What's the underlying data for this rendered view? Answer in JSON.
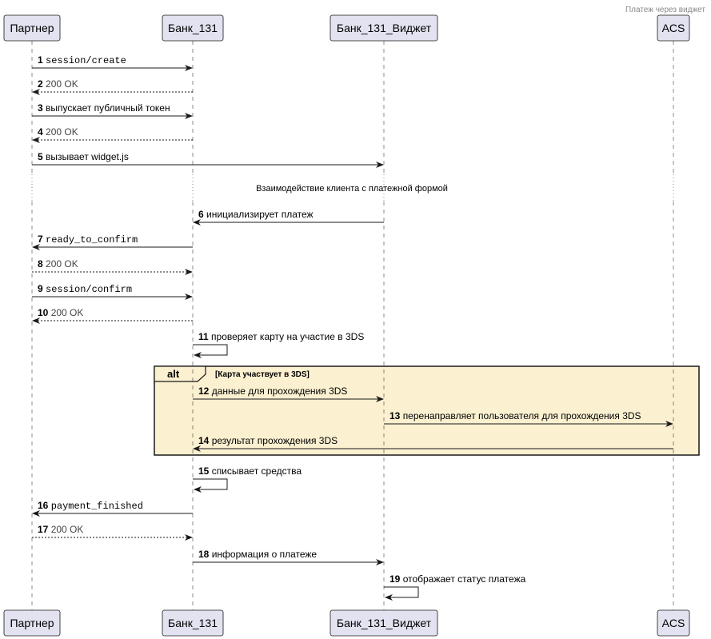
{
  "header": {
    "title": "Платеж через виджет"
  },
  "participants": [
    {
      "id": "partner",
      "label": "Партнер"
    },
    {
      "id": "bank",
      "label": "Банк_131"
    },
    {
      "id": "widget",
      "label": "Банк_131_Виджет"
    },
    {
      "id": "acs",
      "label": "ACS"
    }
  ],
  "divider": {
    "label": "Взаимодействие клиента с платежной формой"
  },
  "alt": {
    "keyword": "alt",
    "condition": "[Карта участвует в 3DS]"
  },
  "messages": [
    {
      "n": "1",
      "from": "partner",
      "to": "bank",
      "text": "session/create",
      "dashed": false,
      "mono": true
    },
    {
      "n": "2",
      "from": "bank",
      "to": "partner",
      "text": "200 OK",
      "dashed": true,
      "mono": false
    },
    {
      "n": "3",
      "from": "partner",
      "to": "bank",
      "text": "выпускает публичный токен",
      "dashed": false,
      "mono": false
    },
    {
      "n": "4",
      "from": "bank",
      "to": "partner",
      "text": "200 OK",
      "dashed": true,
      "mono": false
    },
    {
      "n": "5",
      "from": "partner",
      "to": "widget",
      "text": "вызывает widget.js",
      "dashed": false,
      "mono": false
    },
    {
      "n": "6",
      "from": "widget",
      "to": "bank",
      "text": "инициализирует платеж",
      "dashed": false,
      "mono": false
    },
    {
      "n": "7",
      "from": "bank",
      "to": "partner",
      "text": "ready_to_confirm",
      "dashed": false,
      "mono": true
    },
    {
      "n": "8",
      "from": "partner",
      "to": "bank",
      "text": "200 OK",
      "dashed": true,
      "mono": false
    },
    {
      "n": "9",
      "from": "partner",
      "to": "bank",
      "text": "session/confirm",
      "dashed": false,
      "mono": true
    },
    {
      "n": "10",
      "from": "bank",
      "to": "partner",
      "text": "200 OK",
      "dashed": true,
      "mono": false
    },
    {
      "n": "11",
      "from": "bank",
      "to": "bank",
      "text": "проверяет карту на участие в 3DS",
      "dashed": false,
      "mono": false
    },
    {
      "n": "12",
      "from": "bank",
      "to": "widget",
      "text": "данные для прохождения 3DS",
      "dashed": false,
      "mono": false
    },
    {
      "n": "13",
      "from": "widget",
      "to": "acs",
      "text": "перенаправляет пользователя для прохождения 3DS",
      "dashed": false,
      "mono": false
    },
    {
      "n": "14",
      "from": "acs",
      "to": "bank",
      "text": "результат прохождения 3DS",
      "dashed": false,
      "mono": false
    },
    {
      "n": "15",
      "from": "bank",
      "to": "bank",
      "text": "списывает средства",
      "dashed": false,
      "mono": false
    },
    {
      "n": "16",
      "from": "bank",
      "to": "partner",
      "text": "payment_finished",
      "dashed": false,
      "mono": true
    },
    {
      "n": "17",
      "from": "partner",
      "to": "bank",
      "text": "200 OK",
      "dashed": true,
      "mono": false
    },
    {
      "n": "18",
      "from": "bank",
      "to": "widget",
      "text": "информация о платеже",
      "dashed": false,
      "mono": false
    },
    {
      "n": "19",
      "from": "widget",
      "to": "widget",
      "text": "отображает статус платежа",
      "dashed": false,
      "mono": false
    }
  ],
  "colors": {
    "participant_fill": "#e2e2f0",
    "participant_border": "#181818",
    "alt_fill": "#fbf0d0",
    "lifeline": "#181818"
  }
}
